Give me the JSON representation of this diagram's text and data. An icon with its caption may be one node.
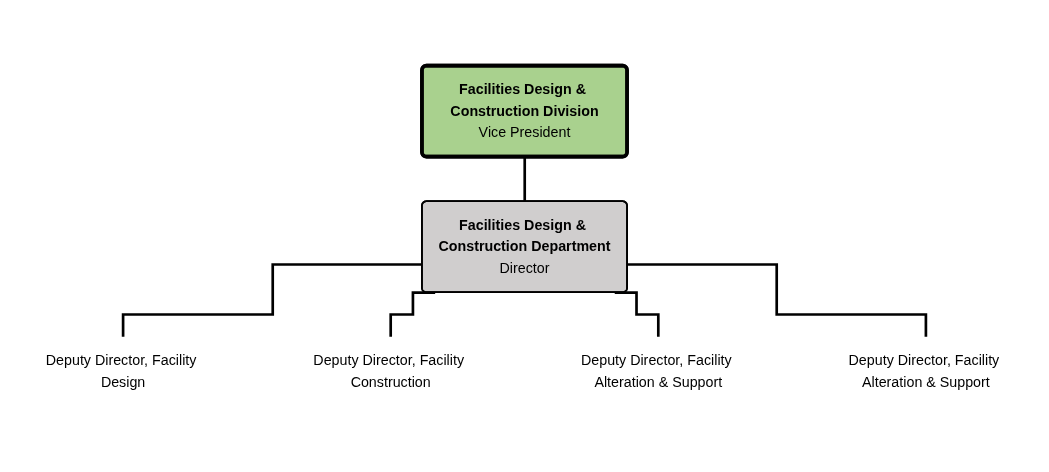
{
  "diagram": {
    "nodes": [
      {
        "text": [
          "Facilities Design & Construction Division",
          "Vice President"
        ]
      },
      {
        "text": [
          "Facilities Design & Construction Department",
          "Director"
        ]
      },
      {
        "text": [
          "Deputy Director, Facility Design"
        ]
      },
      {
        "text": [
          "Deputy Director, Facility Construction"
        ]
      },
      {
        "text": [
          "Deputy Director, Facility Alteration & Support"
        ]
      },
      {
        "text": [
          "Deputy Director, Facility Alteration & Support"
        ]
      }
    ],
    "edges": [
      {
        "from": 0,
        "to": 1,
        "arrow": "none"
      },
      {
        "from": 1,
        "to": 2,
        "arrow": "none"
      },
      {
        "from": 1,
        "to": 3,
        "arrow": "none"
      },
      {
        "from": 1,
        "to": 4,
        "arrow": "none"
      },
      {
        "from": 1,
        "to": 5,
        "arrow": "none"
      }
    ]
  }
}
